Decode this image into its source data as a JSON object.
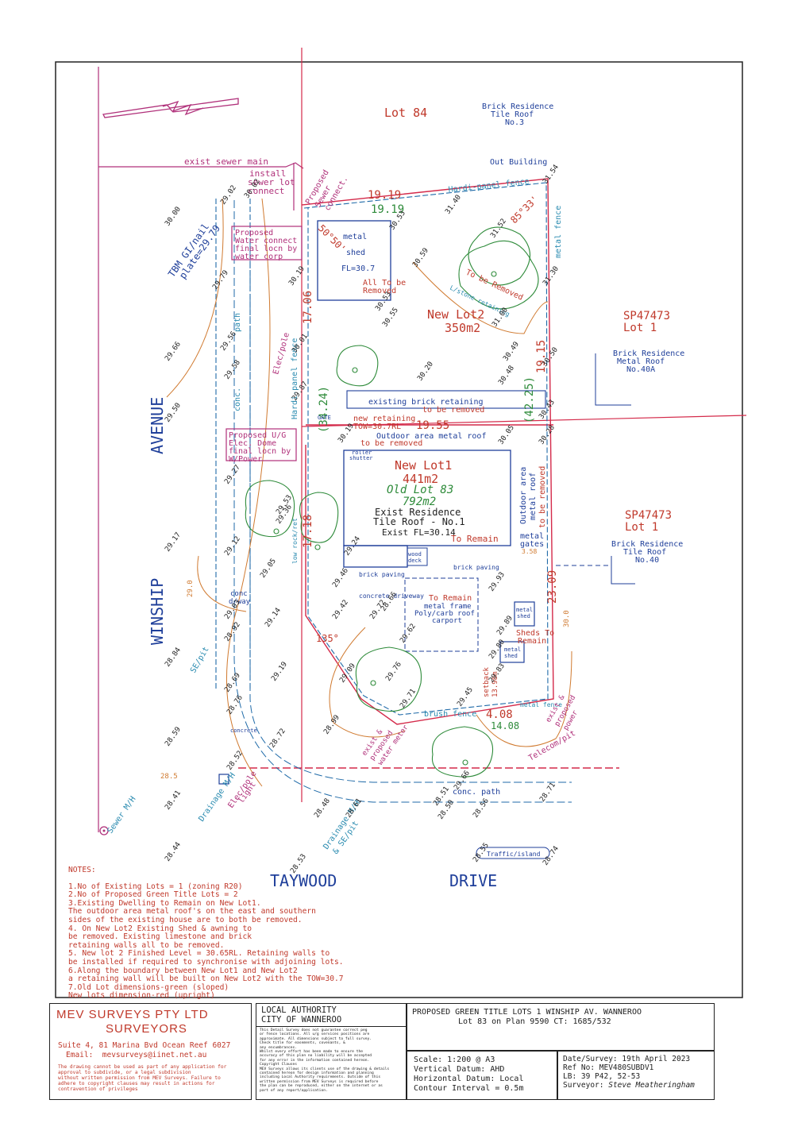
{
  "plan": {
    "lots": {
      "lot84": "Lot 84",
      "brick3": [
        "Brick Residence",
        "Tile Roof",
        "No.3"
      ],
      "sp1_top": [
        "SP47473",
        "Lot 1"
      ],
      "brick40a": [
        "Brick Residence",
        "Metal Roof",
        "No.40A"
      ],
      "sp1_bot": [
        "SP47473",
        "Lot 1"
      ],
      "brick40": [
        "Brick Residence",
        "Tile Roof",
        "No.40"
      ],
      "new_lot2": [
        "New Lot2",
        "350m2"
      ],
      "new_lot1": [
        "New Lot1",
        "441m2"
      ],
      "old_lot": [
        "Old Lot 83",
        "792m2"
      ],
      "exist_res": [
        "Exist Residence",
        "Tile Roof - No.1",
        "Exist FL=30.14"
      ],
      "to_remain": "To Remain"
    },
    "roads": {
      "winship": "WINSHIP",
      "avenue": "AVENUE",
      "taywood": "TAYWOOD",
      "drive": "DRIVE"
    },
    "dims": {
      "d1919_red": "19.19",
      "d1919_green": "19.19",
      "d1706": "17.06",
      "d1955": "19.55",
      "d1915": "19.15",
      "d3424": "(34.24)",
      "d4225": "(42.25)",
      "d1718": "17.18",
      "d2309": "23.09",
      "d4088": "4.08",
      "d1408": "14.08",
      "b8533": "85°33'",
      "b5050": "50°50'",
      "d135": "135°"
    },
    "labels": {
      "out_building": "Out Building",
      "hardi_fence_top": "Hardi-panel fence",
      "metal_fence": "metal fence",
      "exist_sewer": "exist sewer main",
      "install_sewer": [
        "install",
        "sewer lot",
        "connect"
      ],
      "prop_sewer": [
        "Proposed",
        "Sewer",
        "connect."
      ],
      "prop_water": [
        "Proposed",
        "Water connect",
        "final locn by",
        "water corp"
      ],
      "tbm": [
        "TBM GI/nail",
        "plate=29.79"
      ],
      "shed": [
        "metal",
        "shed",
        "FL=30.7"
      ],
      "all_removed": [
        "All To be",
        "Removed"
      ],
      "to_be_removed_tree": "To be Removed",
      "ls_wall": "L/stone retaining",
      "exist_brick_ret": [
        "existing brick retaining",
        "to be removed"
      ],
      "new_ret": [
        "new retaining",
        "TOW=30.7RL"
      ],
      "outdoor_roof": [
        "Outdoor area metal roof",
        "to be removed"
      ],
      "roller": [
        "roller",
        "shutter"
      ],
      "gate": "GATE",
      "prop_ug": [
        "Proposed U/G",
        "Elec. Dome",
        "final locn by",
        "W/Power"
      ],
      "elec_pole": "Elec/pole",
      "hardi_fence_left": "Hardi-panel fence",
      "path": "path",
      "conc": "conc.",
      "outdoor_right": [
        "Outdoor area",
        "metal roof",
        "to be removed"
      ],
      "metal_gates": [
        "metal",
        "gates"
      ],
      "h358": "3.58",
      "wood_deck": [
        "wood",
        "deck"
      ],
      "brick_paving_l": "brick paving",
      "brick_paving_r": "brick paving",
      "conc_drive": "concrete driveway",
      "carport": [
        "To Remain",
        "metal frame",
        "Poly/carb roof",
        "carport"
      ],
      "metal_shed_a": [
        "metal",
        "shed"
      ],
      "metal_shed_b": [
        "metal",
        "shed"
      ],
      "sheds_remain": [
        "Sheds To",
        "Remain"
      ],
      "setback": [
        "setback",
        "13.98m"
      ],
      "conc_dway": [
        "conc",
        "d/way"
      ],
      "se_pit": "SE/pit",
      "low_fence": "low rock/ret",
      "brush_fence_bot": "brush fence",
      "metal_fence_bot": "metal fence",
      "telecom": "Telecom/pit",
      "exist_power": [
        "exist &",
        "proposed",
        "power"
      ],
      "exist_water": [
        "exist &",
        "proposed",
        "water meter"
      ],
      "conc_path": "conc. path",
      "concrete": "concrete",
      "drainage": "Drainage M/H",
      "sewer_mh": "Sewer M/H",
      "elec_light": [
        "Elec/pole",
        "light"
      ],
      "drain_pit": [
        "Drainage M/H",
        "& SE/pit"
      ],
      "traffic_island": "Traffic/island",
      "c285": "28.5",
      "c290": "29.0",
      "c300": "30.0"
    },
    "levels": [
      "30.00",
      "29.66",
      "29.50",
      "29.17",
      "28.84",
      "28.59",
      "28.41",
      "28.44",
      "29.02",
      "29.79",
      "29.56",
      "29.58",
      "29.27",
      "29.12",
      "29.03",
      "28.92",
      "28.69",
      "28.76",
      "28.72",
      "28.52",
      "30.02",
      "30.19",
      "30.01",
      "29.87",
      "29.53",
      "29.36",
      "29.05",
      "29.14",
      "29.19",
      "28.99",
      "30.53",
      "31.40",
      "31.52",
      "31.54",
      "31.30",
      "30.55",
      "30.53",
      "30.59",
      "31.00",
      "30.49",
      "30.48",
      "30.50",
      "30.43",
      "30.28",
      "30.05",
      "30.19",
      "30.20",
      "29.93",
      "29.89",
      "29.80",
      "29.83",
      "29.76",
      "29.71",
      "29.45",
      "29.66",
      "29.72",
      "29.62",
      "29.42",
      "29.46",
      "29.24",
      "29.09",
      "28.61",
      "28.51",
      "28.56",
      "28.55",
      "28.48",
      "28.53",
      "28.71",
      "28.74",
      "28.66",
      "28.50"
    ]
  },
  "notes": {
    "heading": "NOTES:",
    "lines": [
      "1.No of Existing Lots = 1 (zoning R20)",
      "2.No of Proposed Green Title Lots = 2",
      "3.Existing Dwelling to Remain on New Lot1.",
      "The outdoor area metal roof's on the east and southern",
      "sides of the existing house are to both be removed.",
      "4. On New Lot2 Existing Shed & awning to",
      "be removed. Existing limestone and brick",
      "retaining walls all to be removed.",
      "5. New lot 2 Finished Level = 30.65RL. Retaining walls to",
      "be installed if required to synchronise with adjoining lots.",
      "6.Along the boundary between New Lot1 and New Lot2",
      "a retaining wall will be built on New Lot2 with the TOW=30.7",
      "7.Old Lot dimensions-green (sloped)",
      "New lots dimension-red (upright)"
    ]
  },
  "title_block": {
    "company": "MEV SURVEYS PTY LTD",
    "surveyors": "SURVEYORS",
    "address": "Suite 4, 81 Marina Bvd Ocean Reef 6027",
    "email": "Email:  mevsurveys@iinet.net.au",
    "disclaimer": [
      "The drawing cannot be used as part of any application for",
      "approval to subdivide, or a legal subdivision",
      "without written permission from MEV Surveys. Failure to",
      "adhere to copyright clauses may result in actions for",
      "contravention of privileges"
    ],
    "authority_l1": "LOCAL AUTHORITY",
    "authority_l2": "CITY OF WANNEROO",
    "fine_print": [
      "This Detail Survey does not guarantee correct peg",
      "or fence locations. All u/g services positions are",
      "approximate. All dimensions subject to full survey.",
      "Check title for easements, covenants, &",
      "any encumbrances.",
      "Whilst every effort has been made to ensure the",
      "accuracy of this plan no liability will be accepted",
      "for any error in the information contained hereon.",
      "Copyright Clauses",
      "MEV Surveys allows its clients use of the drawing & details",
      "contained hereon for design information and planning",
      "including Local Authority requirements. Outside of this",
      "written permission from MEV Surveys is required before",
      "the plan can be reproduced, either on the internet or as",
      "part of any report/application."
    ],
    "proposal_l1": "PROPOSED GREEN TITLE LOTS 1 WINSHIP AV. WANNEROO",
    "proposal_l2": "Lot 83 on Plan 9590 CT: 1685/532",
    "scale": "Scale: 1:200 @ A3",
    "vdatum": "Vertical Datum: AHD",
    "hdatum": "Horizontal Datum: Local",
    "contour": "Contour Interval = 0.5m",
    "date": "Date/Survey: 19th April 2023",
    "ref": "Ref No: MEV480SUBDV1",
    "lb": "LB: 39 P42, 52-53",
    "surveyor_label": "Surveyor:",
    "surveyor_name": "Steve Meatheringham"
  },
  "colors": {
    "red": "#c0392b",
    "boundary": "#d42a4a",
    "magenta": "#b0307a",
    "blue": "#1f3f9a",
    "cyan": "#2a8bb0",
    "green": "#2e8b3a",
    "orange": "#d07a30",
    "ink": "#222222"
  }
}
